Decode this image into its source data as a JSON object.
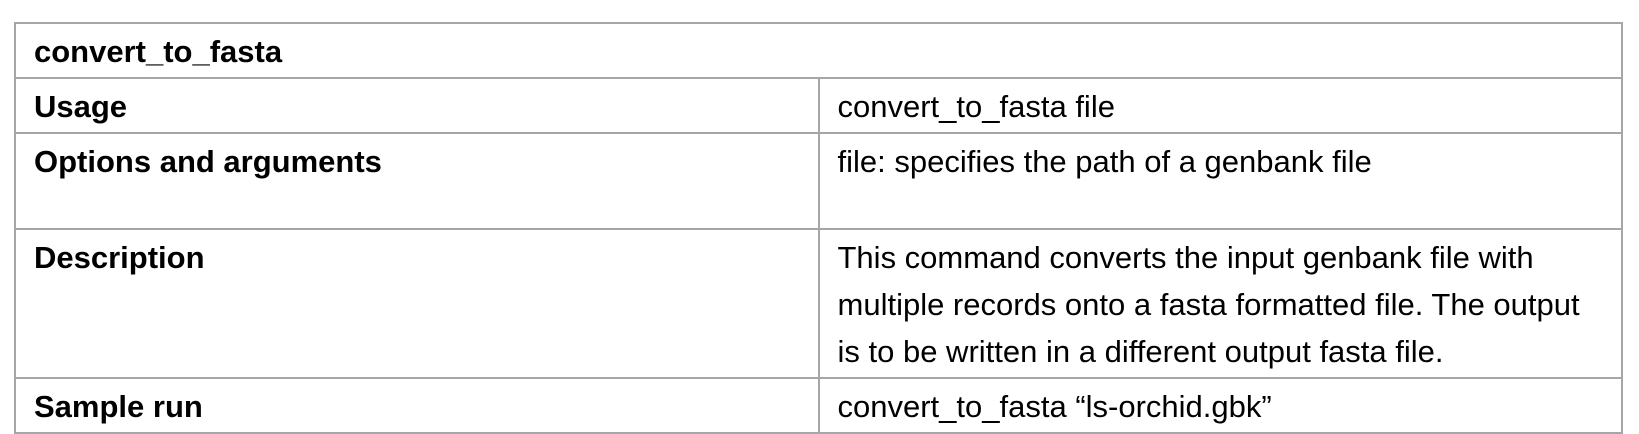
{
  "command": {
    "title": "convert_to_fasta",
    "rows": [
      {
        "label": "Usage",
        "value": "convert_to_fasta file"
      },
      {
        "label": "Options and arguments",
        "value": "file: specifies the path of a genbank file"
      },
      {
        "label": "Description",
        "value": "This command converts the input genbank file with multiple records onto a fasta formatted file. The output is to be written in a different output fasta file."
      },
      {
        "label": "Sample run",
        "value": "convert_to_fasta “ls-orchid.gbk”"
      }
    ]
  },
  "colors": {
    "border": "#a6a6a6",
    "text": "#000000",
    "background": "#ffffff"
  }
}
